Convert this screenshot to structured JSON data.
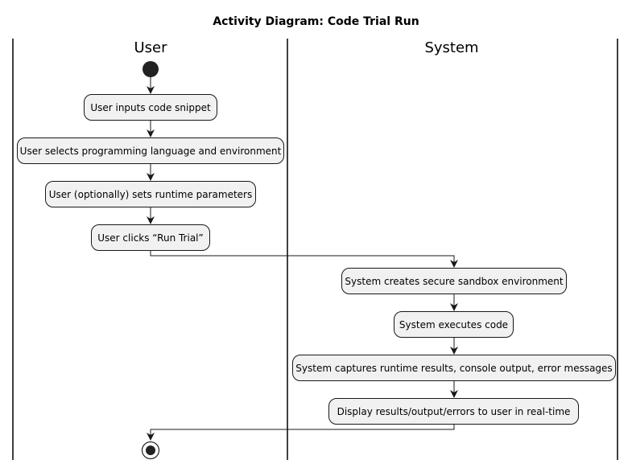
{
  "diagram": {
    "title": "Activity Diagram: Code Trial Run",
    "lanes": [
      {
        "name": "User"
      },
      {
        "name": "System"
      }
    ],
    "actions": [
      {
        "id": "a1",
        "lane": "User",
        "label": "User inputs code snippet"
      },
      {
        "id": "a2",
        "lane": "User",
        "label": "User selects programming language and environment"
      },
      {
        "id": "a3",
        "lane": "User",
        "label": "User (optionally) sets runtime parameters"
      },
      {
        "id": "a4",
        "lane": "User",
        "label": "User clicks “Run Trial”"
      },
      {
        "id": "a5",
        "lane": "System",
        "label": "System creates secure sandbox environment"
      },
      {
        "id": "a6",
        "lane": "System",
        "label": "System executes code"
      },
      {
        "id": "a7",
        "lane": "System",
        "label": "System captures runtime results, console output, error messages"
      },
      {
        "id": "a8",
        "lane": "System",
        "label": "Display results/output/errors to user in real-time"
      }
    ]
  }
}
